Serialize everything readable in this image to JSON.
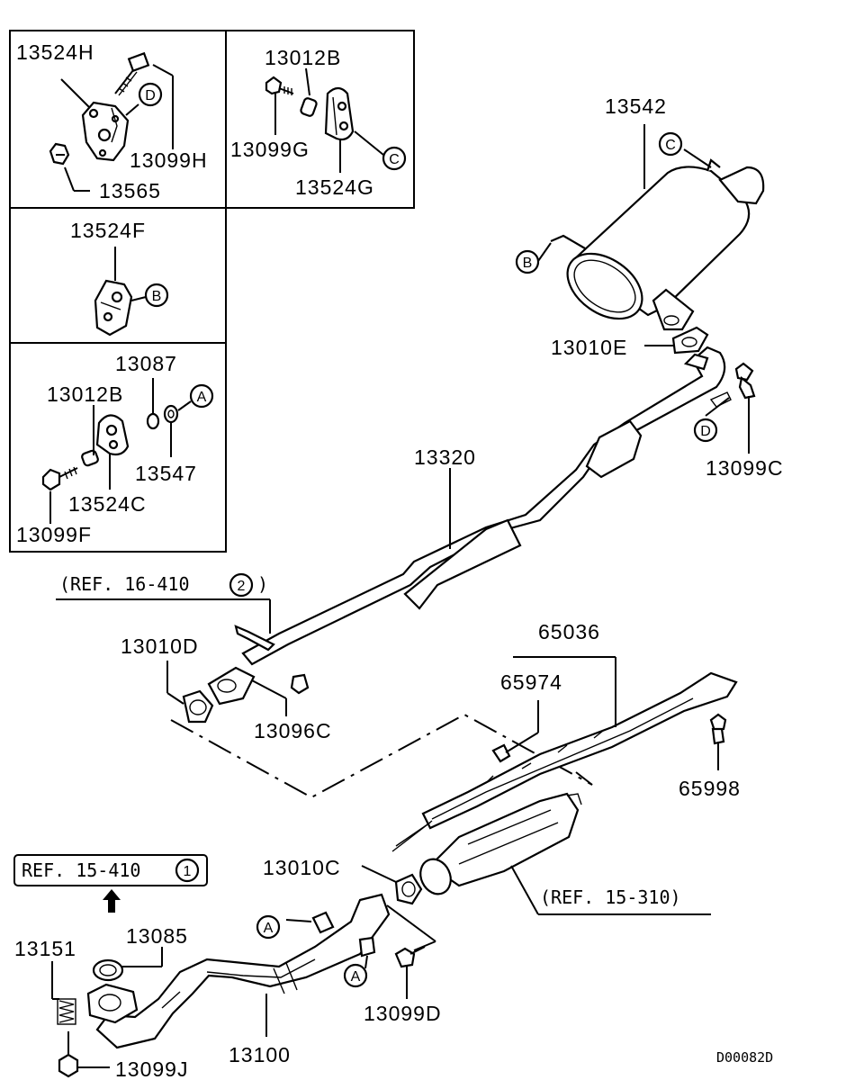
{
  "diagram": {
    "parts": {
      "p13524H": "13524H",
      "p13099H": "13099H",
      "p13565": "13565",
      "p13012B_top": "13012B",
      "p13099G": "13099G",
      "p13524G": "13524G",
      "p13524F": "13524F",
      "p13087": "13087",
      "p13012B": "13012B",
      "p13547": "13547",
      "p13524C": "13524C",
      "p13099F": "13099F",
      "p13542": "13542",
      "p13010E": "13010E",
      "p13099C": "13099C",
      "p13320": "13320",
      "p13010D": "13010D",
      "p13096C": "13096C",
      "p65036": "65036",
      "p65974": "65974",
      "p65998": "65998",
      "p13010C": "13010C",
      "p13085": "13085",
      "p13151": "13151",
      "p13100": "13100",
      "p13099D": "13099D",
      "p13099J": "13099J"
    },
    "references": {
      "ref_16_410": "(REF. 16-410",
      "ref_16_410_num": "2",
      "ref_16_410_close": ")",
      "ref_15_410": "REF. 15-410",
      "ref_15_410_num": "1",
      "ref_15_310": "(REF. 15-310)"
    },
    "callouts": {
      "A": "A",
      "B": "B",
      "C": "C",
      "D": "D"
    },
    "drawing_code": "D00082D"
  }
}
